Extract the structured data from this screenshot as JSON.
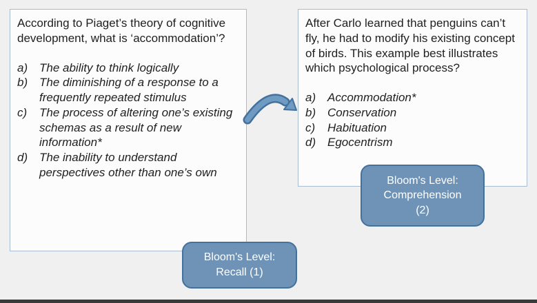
{
  "left_card": {
    "question": "According to Piaget’s theory of cognitive development, what is ‘accommodation’?",
    "options": [
      {
        "letter": "a)",
        "text": "The ability to think logically"
      },
      {
        "letter": "b)",
        "text": "The diminishing of a response to a frequently repeated stimulus"
      },
      {
        "letter": "c)",
        "text": "The process of altering one’s existing schemas as a result of new information*"
      },
      {
        "letter": "d)",
        "text": "The inability to understand perspectives other than one’s own"
      }
    ]
  },
  "right_card": {
    "question": "After Carlo learned that penguins can’t fly, he had to modify his existing concept of birds. This example best illustrates which psychological process?",
    "options": [
      {
        "letter": "a)",
        "text": "Accommodation*"
      },
      {
        "letter": "b)",
        "text": "Conservation"
      },
      {
        "letter": "c)",
        "text": "Habituation"
      },
      {
        "letter": "d)",
        "text": "Egocentrism"
      }
    ]
  },
  "badge_recall": {
    "line1": "Bloom's Level:",
    "line2": "Recall (1)"
  },
  "badge_comprehension": {
    "line1": "Bloom's Level:",
    "line2": "Comprehension",
    "line3": "(2)"
  },
  "icons": {
    "arrow": "curved-right-arrow-icon"
  },
  "colors": {
    "background": "#f1f0f1",
    "card_background": "#fcfcfd",
    "card_border": "#a9bccf",
    "badge_fill": "#6e93b6",
    "badge_border": "#41719c",
    "badge_text": "#ffffff",
    "arrow_fill": "#6f9ac2",
    "arrow_border": "#41719c",
    "text": "#1f1f1f",
    "bottom_bar": "#3a3a3a"
  }
}
